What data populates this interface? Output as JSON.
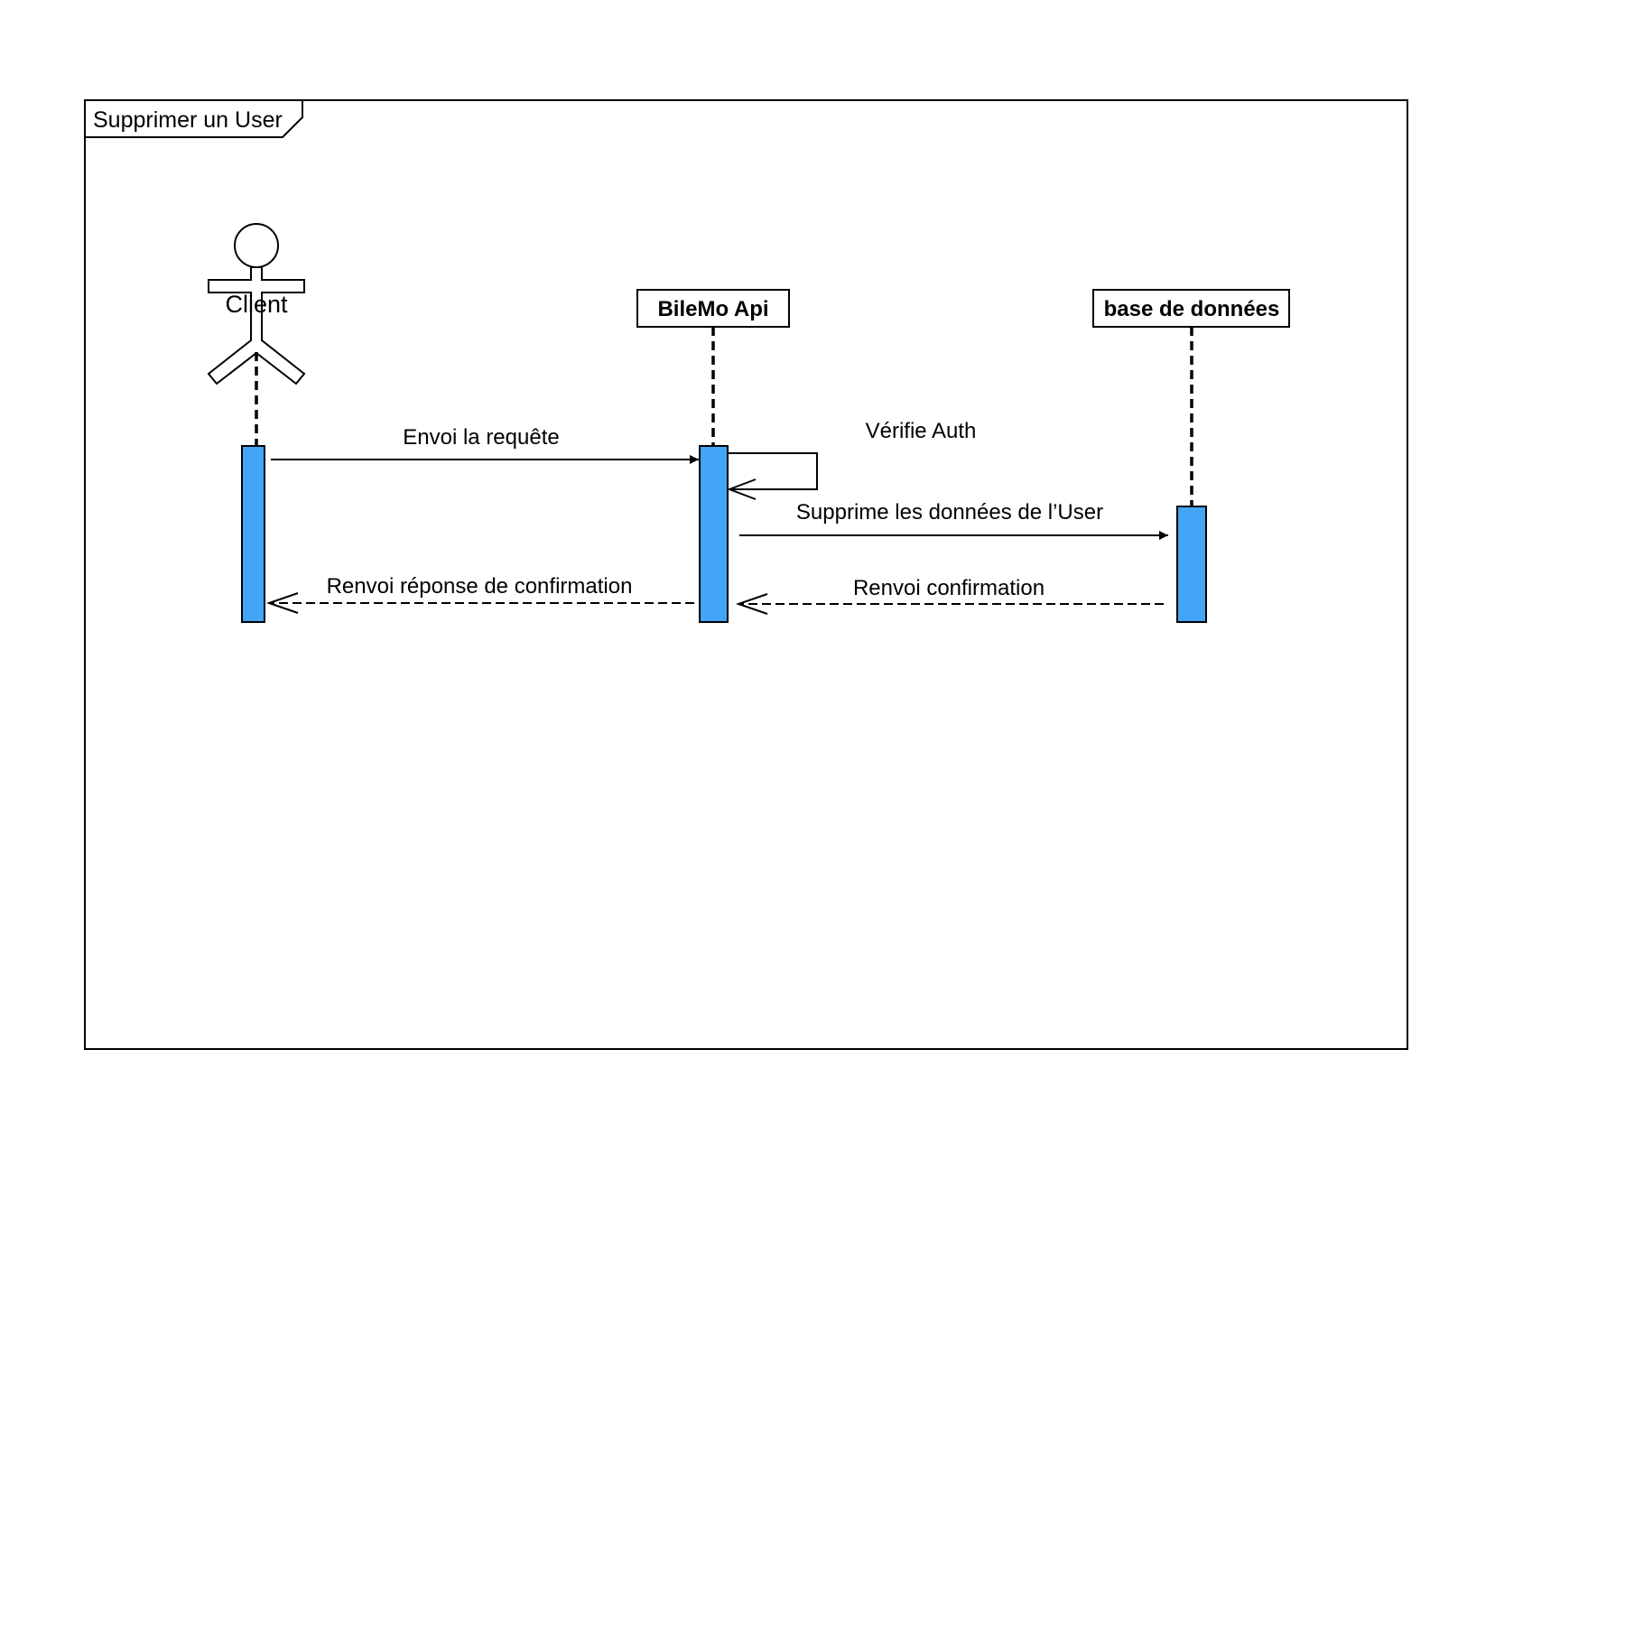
{
  "frame": {
    "title": "Supprimer un User"
  },
  "participants": [
    {
      "id": "client",
      "kind": "actor",
      "label": "Client"
    },
    {
      "id": "api",
      "kind": "object",
      "label": "BileMo Api"
    },
    {
      "id": "db",
      "kind": "object",
      "label": "base de données"
    }
  ],
  "messages": [
    {
      "id": "m1",
      "from": "client",
      "to": "api",
      "kind": "sync",
      "label": "Envoi la requête"
    },
    {
      "id": "m2",
      "from": "api",
      "to": "api",
      "kind": "self",
      "label": "Vérifie Auth"
    },
    {
      "id": "m3",
      "from": "api",
      "to": "db",
      "kind": "sync",
      "label": "Supprime  les données de l’User"
    },
    {
      "id": "m4",
      "from": "db",
      "to": "api",
      "kind": "reply",
      "label": "Renvoi  confirmation"
    },
    {
      "id": "m5",
      "from": "api",
      "to": "client",
      "kind": "reply",
      "label": "Renvoi réponse de confirmation"
    }
  ],
  "colors": {
    "activation": "#42a5f5",
    "line": "#000000",
    "background": "#ffffff"
  }
}
